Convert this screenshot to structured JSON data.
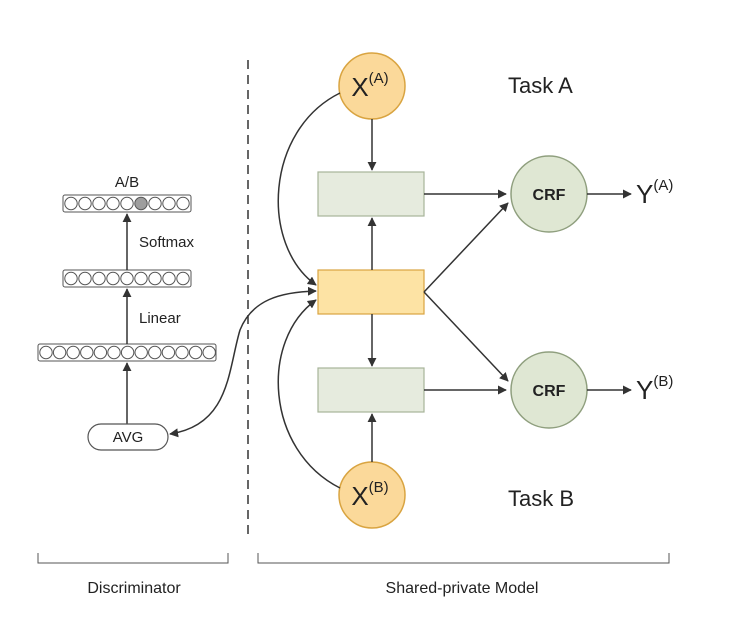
{
  "discriminator": {
    "output_label": "A/B",
    "softmax_label": "Softmax",
    "linear_label": "Linear",
    "avg_label": "AVG",
    "section_label": "Discriminator"
  },
  "model": {
    "task_a_label": "Task A",
    "task_b_label": "Task B",
    "input_a": {
      "base": "X",
      "sup": "(A)"
    },
    "input_b": {
      "base": "X",
      "sup": "(B)"
    },
    "crf_a_label": "CRF",
    "crf_b_label": "CRF",
    "output_a": {
      "base": "Y",
      "sup": "(A)"
    },
    "output_b": {
      "base": "Y",
      "sup": "(B)"
    },
    "section_label": "Shared-private Model"
  },
  "colors": {
    "input_node_fill": "#fbd99a",
    "input_node_stroke": "#d9a441",
    "shared_layer_fill": "#fde3a4",
    "shared_layer_stroke": "#d9a441",
    "private_layer_fill": "#e6ebde",
    "private_layer_stroke": "#a7b399",
    "crf_fill": "#dfe7d3",
    "crf_stroke": "#8f9f7e",
    "active_neuron_fill": "#9e9e9e"
  }
}
